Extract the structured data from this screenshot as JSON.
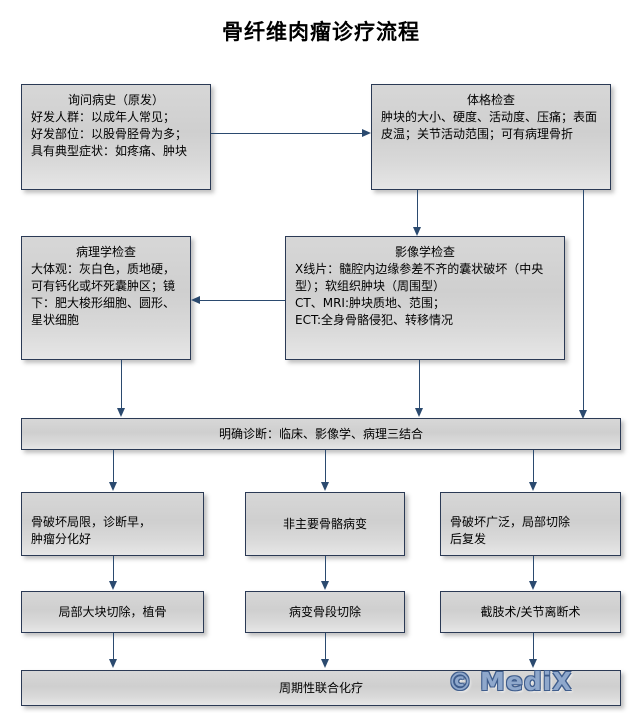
{
  "title": "骨纤维肉瘤诊疗流程",
  "watermark": {
    "symbol": "©",
    "text": "MediX",
    "color": "#8fa8cc",
    "outline_color": "#3f5d8c"
  },
  "theme": {
    "box_border": "#2b3a55",
    "box_fill_top": "#d7d7d7",
    "box_fill_bottom": "#e6e6e6",
    "connector": "#2b4a6f",
    "background": "#ffffff",
    "text": "#000000"
  },
  "nodes": {
    "history": {
      "header": "询问病史（原发）",
      "body": "好发人群：以成年人常见；\n好发部位：以股骨胫骨为多；\n具有典型症状：如疼痛、肿块"
    },
    "physical_exam": {
      "header": "体格检查",
      "body": "肿块的大小、硬度、活动度、压痛；表面皮温；关节活动范围；可有病理骨折"
    },
    "pathology": {
      "header": "病理学检查",
      "body": "大体观：灰白色，质地硬，可有钙化或坏死囊肿区；镜下：肥大梭形细胞、圆形、星状细胞"
    },
    "imaging": {
      "header": "影像学检查",
      "body": "X线片：髓腔内边缘参差不齐的囊状破坏（中央型）；软组织肿块（周围型）\nCT、MRI:肿块质地、范围；\nECT:全身骨骼侵犯、转移情况"
    },
    "diagnosis": {
      "label": "明确诊断：临床、影像学、病理三结合"
    },
    "branch_left": {
      "label": "骨破坏局限，诊断早，\n肿瘤分化好"
    },
    "branch_mid": {
      "label": "非主要骨骼病变"
    },
    "branch_right": {
      "label": "骨破坏广泛，局部切除\n后复发"
    },
    "surgery_left": {
      "label": "局部大块切除，植骨"
    },
    "surgery_mid": {
      "label": "病变骨段切除"
    },
    "surgery_right": {
      "label": "截肢术/关节离断术"
    },
    "chemotherapy": {
      "label": "周期性联合化疗"
    }
  },
  "edges": [
    {
      "from": "history",
      "to": "physical_exam",
      "direction": "right"
    },
    {
      "from": "physical_exam",
      "to": "imaging",
      "direction": "down"
    },
    {
      "from": "physical_exam",
      "to": "diagnosis",
      "direction": "down"
    },
    {
      "from": "imaging",
      "to": "pathology",
      "direction": "left"
    },
    {
      "from": "pathology",
      "to": "diagnosis",
      "direction": "down"
    },
    {
      "from": "imaging",
      "to": "diagnosis",
      "direction": "down"
    },
    {
      "from": "diagnosis",
      "to": "branch_left",
      "direction": "down"
    },
    {
      "from": "diagnosis",
      "to": "branch_mid",
      "direction": "down"
    },
    {
      "from": "diagnosis",
      "to": "branch_right",
      "direction": "down"
    },
    {
      "from": "branch_left",
      "to": "surgery_left",
      "direction": "down"
    },
    {
      "from": "branch_mid",
      "to": "surgery_mid",
      "direction": "down"
    },
    {
      "from": "branch_right",
      "to": "surgery_right",
      "direction": "down"
    },
    {
      "from": "surgery_left",
      "to": "chemotherapy",
      "direction": "down"
    },
    {
      "from": "surgery_mid",
      "to": "chemotherapy",
      "direction": "down"
    },
    {
      "from": "surgery_right",
      "to": "chemotherapy",
      "direction": "down"
    }
  ]
}
